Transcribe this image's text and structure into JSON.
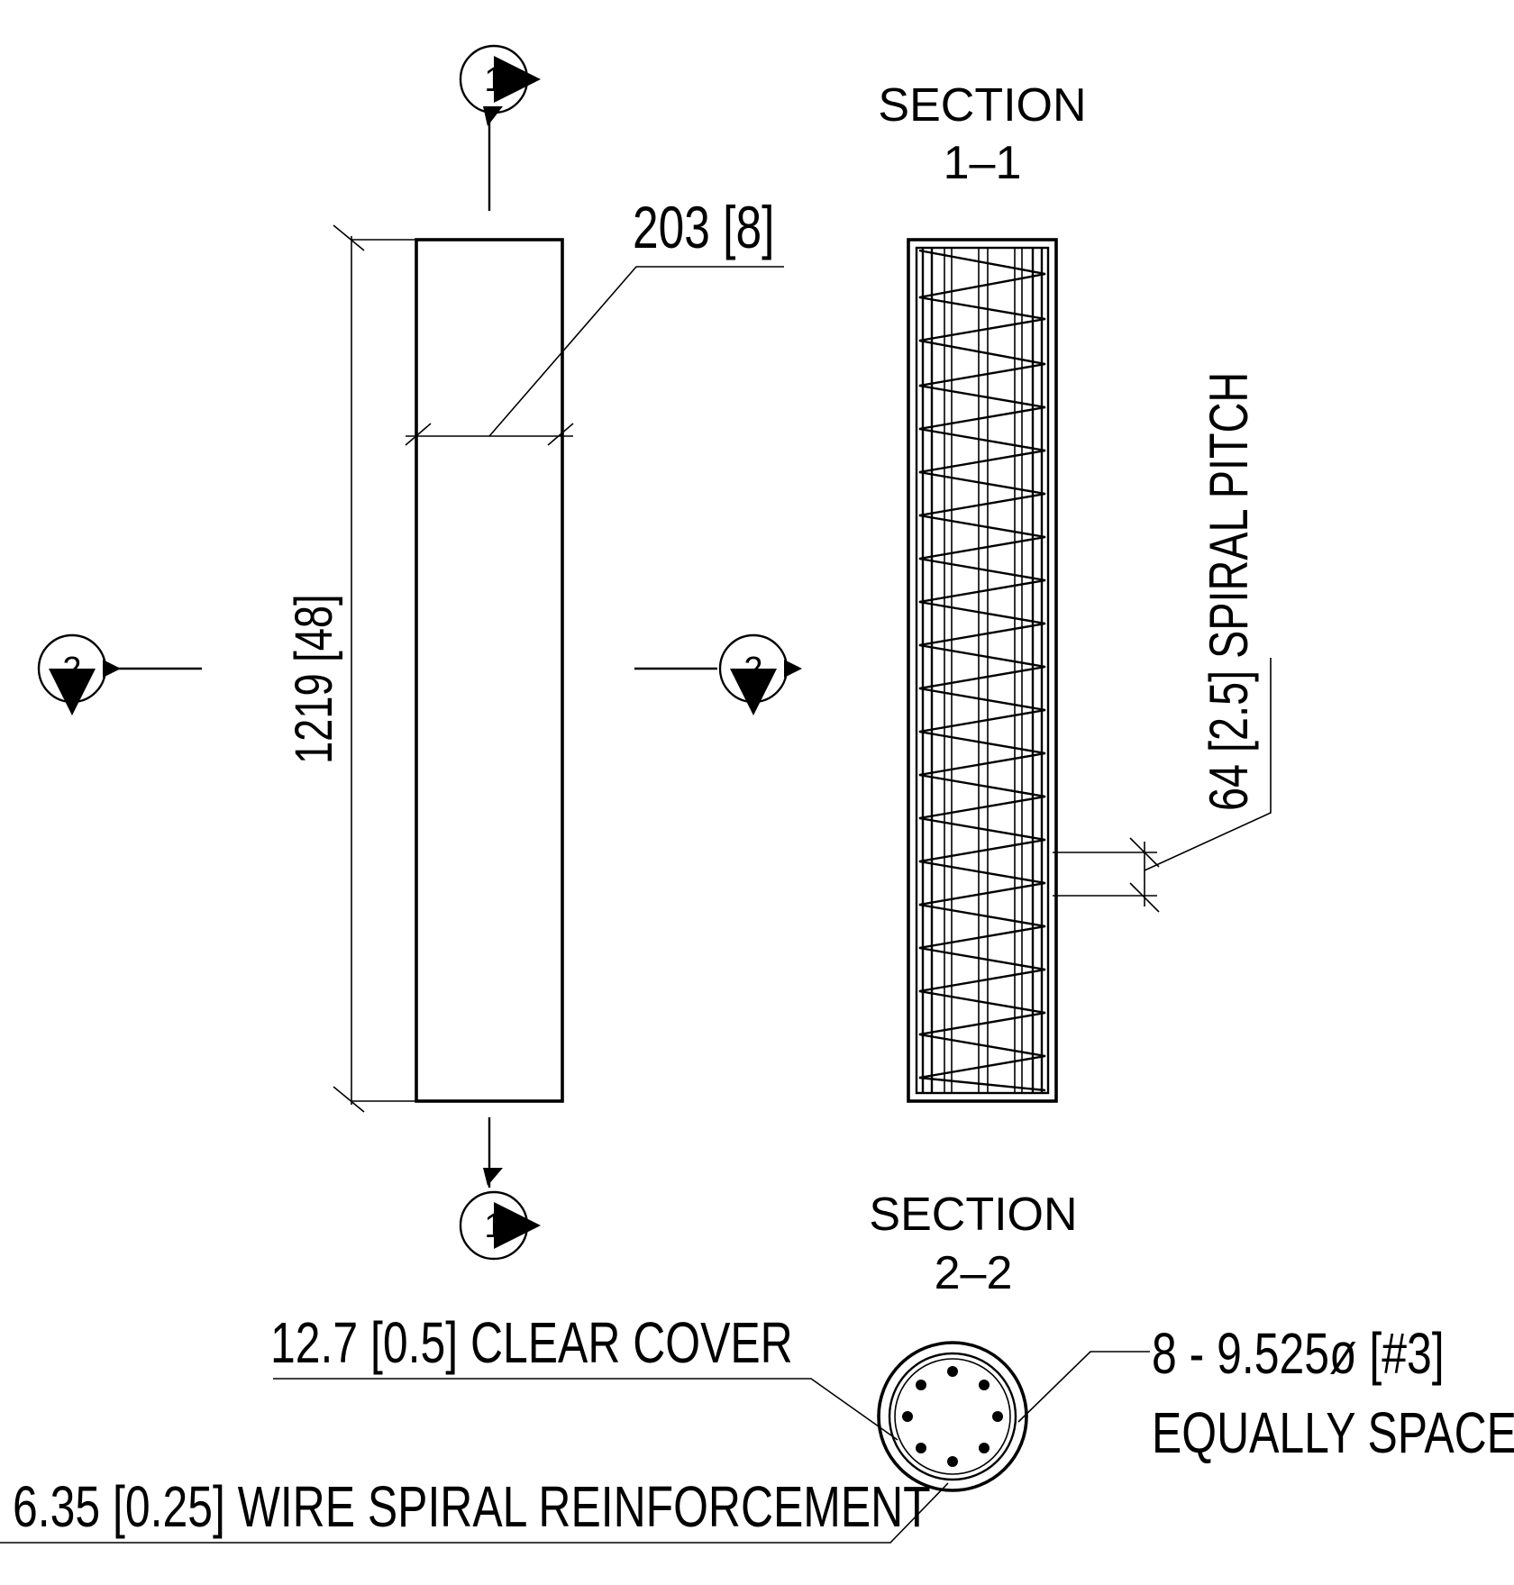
{
  "section_1_1": {
    "line1": "SECTION",
    "line2": "1–1"
  },
  "section_2_2": {
    "line1": "SECTION",
    "line2": "2–2"
  },
  "markers": {
    "cut1": "1",
    "cut2": "2"
  },
  "dimensions": {
    "width": "203 [8]",
    "length": "1219 [48]",
    "pitch": "64 [2.5] SPIRAL PITCH"
  },
  "callouts": {
    "clear_cover": "12.7 [0.5] CLEAR COVER",
    "rebar_line1": "8 - 9.525ø [#3]",
    "rebar_line2": "EQUALLY SPACED",
    "spiral": "6.35 [0.25] WIRE SPIRAL REINFORCEMENT"
  }
}
